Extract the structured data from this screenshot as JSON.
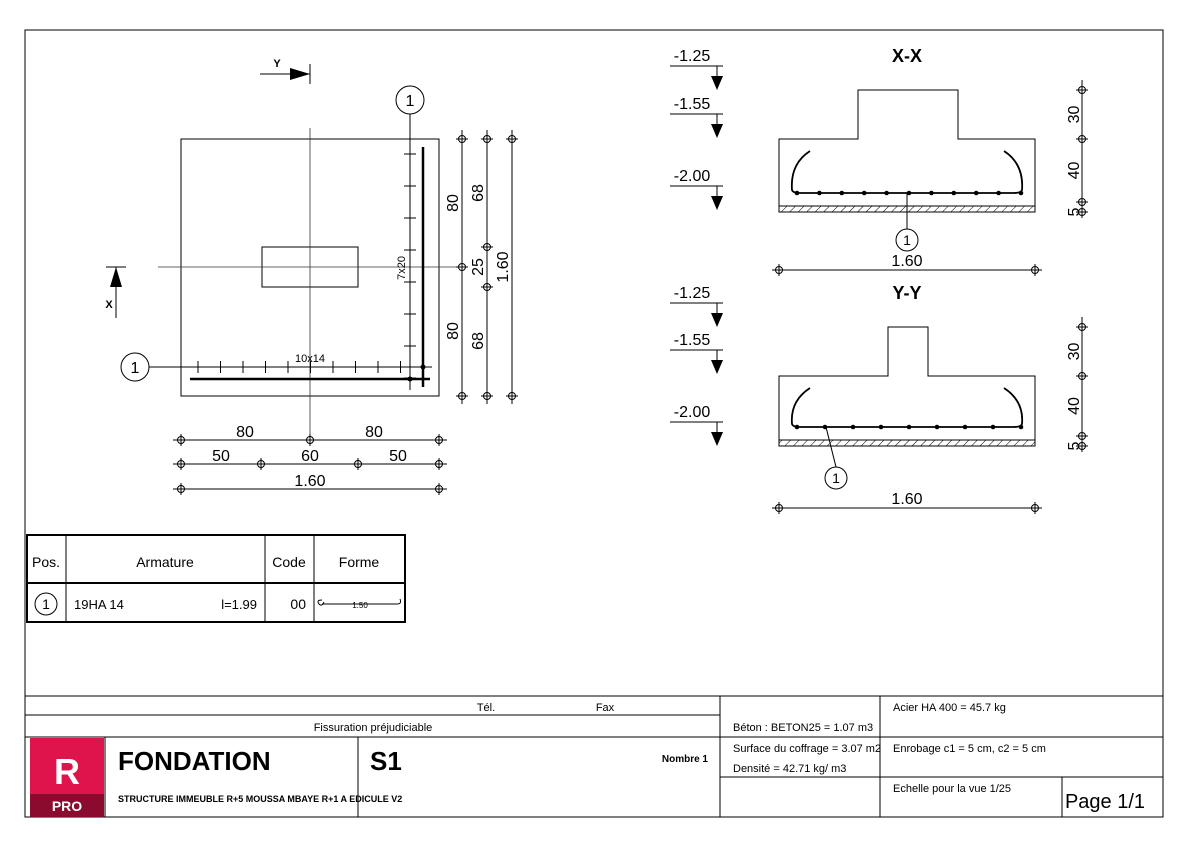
{
  "plan": {
    "section_y": "Y",
    "section_x": "X",
    "bar_mark": "1",
    "spacing_x": "10x14",
    "spacing_y": "7x20",
    "dims_right": {
      "a1": "80",
      "a2": "80",
      "b1": "68",
      "b2": "25",
      "b3": "68",
      "total": "1.60"
    },
    "dims_bottom": {
      "a1": "80",
      "a2": "80",
      "b1": "50",
      "b2": "60",
      "b3": "50",
      "total": "1.60"
    }
  },
  "section_xx": {
    "title": "X-X",
    "levels": [
      "-1.25",
      "-1.55",
      "-2.00"
    ],
    "bar_mark": "1",
    "width": "1.60",
    "dims_right": [
      "30",
      "40",
      "5"
    ]
  },
  "section_yy": {
    "title": "Y-Y",
    "levels": [
      "-1.25",
      "-1.55",
      "-2.00"
    ],
    "bar_mark": "1",
    "width": "1.60",
    "dims_right": [
      "30",
      "40",
      "5"
    ]
  },
  "bar_table": {
    "headers": {
      "pos": "Pos.",
      "armature": "Armature",
      "code": "Code",
      "forme": "Forme"
    },
    "rows": [
      {
        "pos": "1",
        "armature": "19HA 14",
        "length": "l=1.99",
        "code": "00",
        "shape_length": "1.50"
      }
    ]
  },
  "title_block": {
    "tel_label": "Tél.",
    "fax_label": "Fax",
    "fissuration": "Fissuration préjudiciable",
    "title": "FONDATION",
    "project": "STRUCTURE IMMEUBLE R+5 MOUSSA MBAYE R+1 A EDICULE V2",
    "element": "S1",
    "count": "Nombre 1",
    "beton": "Béton : BETON25 = 1.07 m3",
    "surface": "Surface du coffrage = 3.07 m2",
    "densite": "Densité = 42.71 kg/ m3",
    "acier": "Acier HA 400 = 45.7 kg",
    "enrobage": "Enrobage  c1 = 5 cm,  c2 = 5 cm",
    "echelle": "Echelle pour la vue 1/25",
    "page": "Page 1/1",
    "logo_letter": "R",
    "logo_sub": "PRO",
    "logo_color": "#e0144c",
    "logo_dark": "#8a0b2e"
  }
}
